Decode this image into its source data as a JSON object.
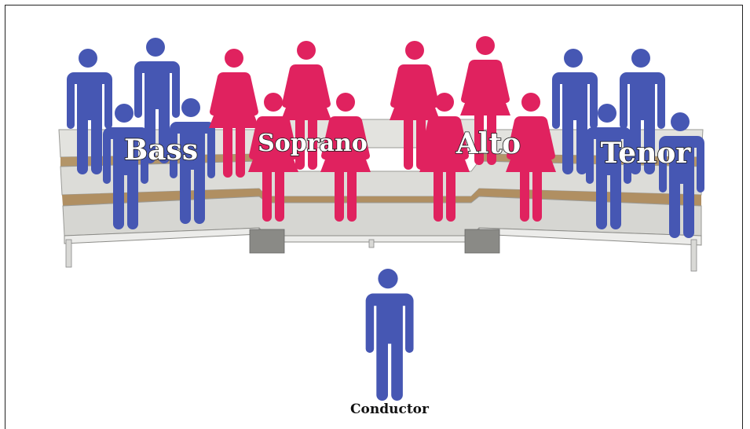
{
  "colors": {
    "male": "#4657b3",
    "female": "#e0225f",
    "riser_top": "#cfcfcc",
    "riser_face": "#a88a62",
    "riser_frame": "#e6e6e2"
  },
  "sections": [
    {
      "key": "bass",
      "label": "Bass",
      "figure": "male"
    },
    {
      "key": "soprano",
      "label": "Soprano",
      "figure": "female"
    },
    {
      "key": "alto",
      "label": "Alto",
      "figure": "female"
    },
    {
      "key": "tenor",
      "label": "Tenor",
      "figure": "male"
    }
  ],
  "conductor": {
    "label": "Conductor",
    "figure": "male"
  }
}
